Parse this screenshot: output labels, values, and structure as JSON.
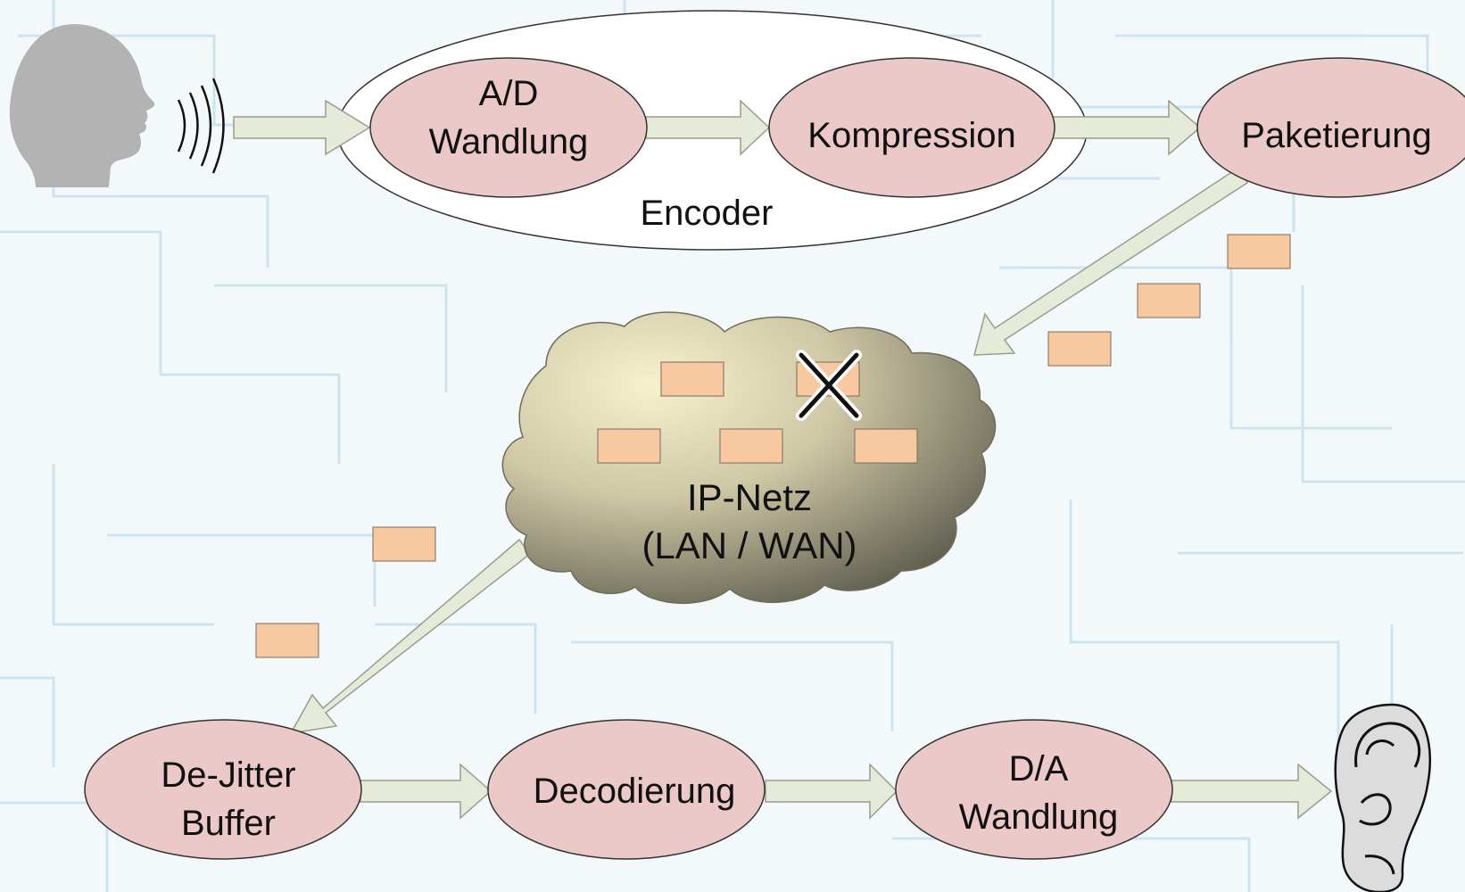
{
  "colors": {
    "background": "#f3f8fb",
    "grid_line": "#c9e2ee",
    "node_fill": "#ebc9c9",
    "node_stroke": "#333333",
    "arrow_fill": "#e6ead8",
    "arrow_stroke": "#9a9c8c",
    "packet_fill": "#f8c9a1",
    "packet_stroke": "#7a6a5a",
    "cloud_light": "#f6f1cf",
    "cloud_dark": "#5e5d4e",
    "head_icon": "#b3b3b3",
    "ear_icon": "#dcdcdc"
  },
  "icons": {
    "speaker": "speaking-head-icon",
    "listener": "ear-icon",
    "lost_packet": "x-mark-icon"
  },
  "encoder": {
    "label": "Encoder"
  },
  "nodes": {
    "ad": {
      "line1": "A/D",
      "line2": "Wandlung"
    },
    "kompression": {
      "label": "Kompression"
    },
    "paketierung": {
      "label": "Paketierung"
    },
    "network": {
      "line1": "IP-Netz",
      "line2": "(LAN / WAN)"
    },
    "dejitter": {
      "line1": "De-Jitter",
      "line2": "Buffer"
    },
    "decodierung": {
      "label": "Decodierung"
    },
    "da": {
      "line1": "D/A",
      "line2": "Wandlung"
    }
  }
}
